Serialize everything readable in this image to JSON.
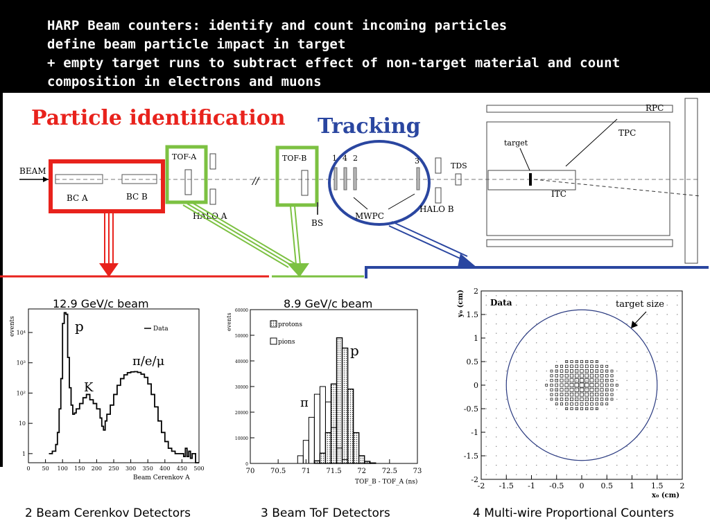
{
  "header": {
    "lines": [
      "HARP Beam counters: identify and count incoming particles",
      "define beam particle impact in target",
      "+ empty target runs to subtract effect of non-target material and count",
      "composition in electrons and muons"
    ]
  },
  "labels": {
    "particle_identification": "Particle identification",
    "tracking": "Tracking",
    "beam": "BEAM",
    "bca": "BC A",
    "bcb": "BC B",
    "tofa": "TOF-A",
    "tofb": "TOF-B",
    "haloa": "HALO A",
    "halob": "HALO B",
    "bs": "BS",
    "mwpc": "MWPC",
    "mw1": "1",
    "mw4": "4",
    "mw2": "2",
    "mw3": "3",
    "tds": "TDS",
    "rpc": "RPC",
    "tpc": "TPC",
    "target": "target",
    "itc": "ITC"
  },
  "colors": {
    "red": "#e8221c",
    "green": "#7cc142",
    "blue": "#2a46a0",
    "header_bg": "#000000"
  },
  "captions": {
    "cerenkov": "2 Beam Cerenkov Detectors",
    "tof": "3 Beam ToF Detectors",
    "mwpc": "4 Multi-wire Proportional Counters"
  },
  "chart_data": [
    {
      "type": "line",
      "title": "12.9 GeV/c beam",
      "xlabel": "Beam Cerenkov A",
      "ylabel": "events",
      "yscale": "log",
      "xlim": [
        0,
        500
      ],
      "ylim": [
        0.5,
        60000
      ],
      "xticks": [
        0,
        50,
        100,
        150,
        200,
        250,
        300,
        350,
        400,
        450,
        500
      ],
      "yticks": [
        "1",
        "10",
        "10²",
        "10³",
        "10⁴"
      ],
      "legend": "Data",
      "annotations": [
        "p",
        "K",
        "π/e/μ"
      ],
      "series": [
        {
          "name": "Data",
          "x": [
            60,
            70,
            80,
            85,
            90,
            95,
            100,
            105,
            110,
            115,
            120,
            125,
            130,
            135,
            140,
            150,
            160,
            170,
            180,
            190,
            200,
            210,
            215,
            220,
            225,
            230,
            240,
            250,
            260,
            270,
            280,
            290,
            300,
            310,
            320,
            330,
            340,
            350,
            360,
            370,
            380,
            390,
            400,
            410,
            420,
            430,
            440,
            450,
            455,
            460,
            465,
            470,
            475,
            480,
            490,
            500
          ],
          "y": [
            1,
            1.2,
            2,
            5,
            30,
            300,
            20000,
            45000,
            40000,
            1500,
            150,
            40,
            20,
            22,
            30,
            45,
            70,
            90,
            60,
            45,
            30,
            15,
            8,
            6,
            12,
            20,
            40,
            90,
            180,
            300,
            400,
            470,
            500,
            510,
            480,
            420,
            330,
            200,
            90,
            35,
            12,
            5,
            2.5,
            1.5,
            1.2,
            1,
            1,
            1,
            0.8,
            1.5,
            0.8,
            1.2,
            0.7,
            1,
            0.5,
            0.5
          ]
        }
      ]
    },
    {
      "type": "bar",
      "title": "8.9 GeV/c beam",
      "xlabel": "TOF_B - TOF_A (ns)",
      "ylabel": "events",
      "xlim": [
        70,
        73
      ],
      "ylim": [
        0,
        60000
      ],
      "xticks": [
        "70",
        "70.5",
        "71",
        "71.5",
        "72",
        "72.5",
        "73"
      ],
      "yticks": [
        "0",
        "10000",
        "20000",
        "30000",
        "40000",
        "50000",
        "60000"
      ],
      "legend": [
        "protons",
        "pions"
      ],
      "annotations": [
        "p",
        "π"
      ],
      "series": [
        {
          "name": "protons",
          "x": [
            71.2,
            71.3,
            71.4,
            71.5,
            71.6,
            71.7,
            71.8,
            71.9,
            72.0,
            72.1,
            72.2
          ],
          "y": [
            1000,
            4000,
            12000,
            31000,
            49000,
            45000,
            29000,
            12000,
            3000,
            800,
            200
          ]
        },
        {
          "name": "pions",
          "x": [
            70.9,
            71.0,
            71.1,
            71.2,
            71.3,
            71.4,
            71.5,
            71.6,
            71.7
          ],
          "y": [
            3000,
            9000,
            18000,
            27000,
            30000,
            24000,
            14000,
            6000,
            1500
          ]
        }
      ]
    },
    {
      "type": "scatter",
      "title": "Data",
      "xlabel": "x₀ (cm)",
      "ylabel": "y₀ (cm)",
      "xlim": [
        -2,
        2
      ],
      "ylim": [
        -2,
        2
      ],
      "xticks": [
        "-2",
        "-1.5",
        "-1",
        "-0.5",
        "0",
        "0.5",
        "1",
        "1.5",
        "2"
      ],
      "yticks": [
        "-2",
        "-1.5",
        "-1",
        "-0.5",
        "0",
        "0.5",
        "1",
        "1.5",
        "2"
      ],
      "annotations": [
        "target size"
      ],
      "target_radius": 1.5
    }
  ]
}
